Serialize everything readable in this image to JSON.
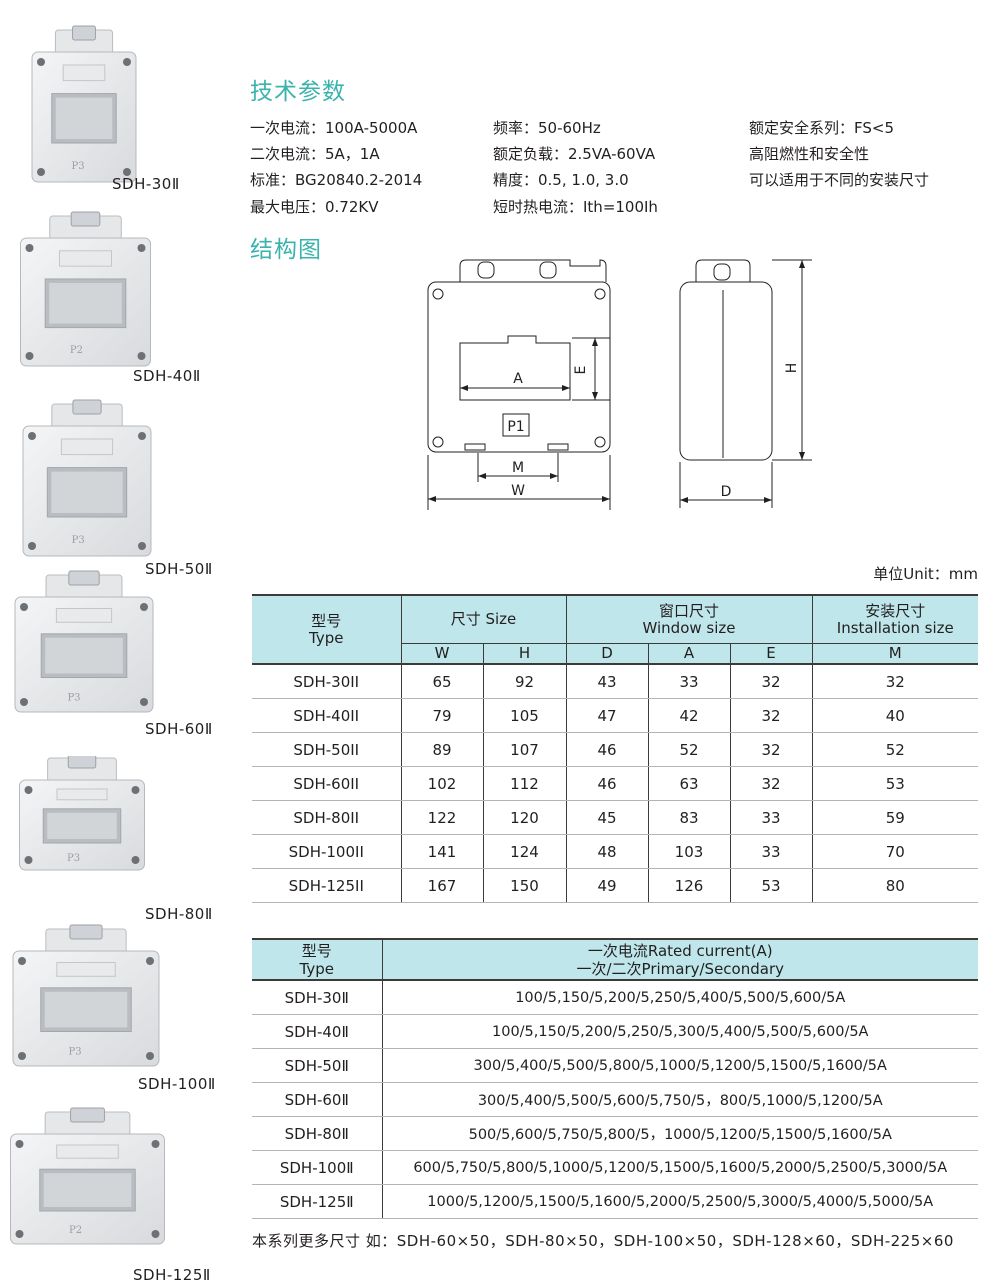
{
  "products": [
    {
      "label": "SDH-30Ⅱ",
      "mark": "P3"
    },
    {
      "label": "SDH-40Ⅱ",
      "mark": "P2"
    },
    {
      "label": "SDH-50Ⅱ",
      "mark": "P3"
    },
    {
      "label": "SDH-60Ⅱ",
      "mark": "P3"
    },
    {
      "label": "SDH-80Ⅱ",
      "mark": "P3"
    },
    {
      "label": "SDH-100Ⅱ",
      "mark": "P3"
    },
    {
      "label": "SDH-125Ⅱ",
      "mark": "P2"
    }
  ],
  "tech_heading": "技术参数",
  "specs": {
    "col1": [
      "一次电流：100A-5000A",
      "二次电流：5A，1A",
      "标准：BG20840.2-2014",
      "最大电压：0.72KV"
    ],
    "col2": [
      "频率：50-60Hz",
      "额定负载：2.5VA-60VA",
      "精度：0.5, 1.0, 3.0",
      "短时热电流：Ith=100Ih"
    ],
    "col3": [
      "额定安全系列：FS<5",
      "高阻燃性和安全性",
      "可以适用于不同的安装尺寸"
    ]
  },
  "structure_heading": "结构图",
  "diagram": {
    "A": "A",
    "E": "E",
    "P1": "P1",
    "M": "M",
    "W": "W",
    "H": "H",
    "D": "D"
  },
  "unit": "单位Unit：mm",
  "table1": {
    "h_model": "型号",
    "h_type": "Type",
    "h_size": "尺寸 Size",
    "h_window": "窗口尺寸",
    "h_window_en": "Window size",
    "h_install": "安装尺寸",
    "h_install_en": "Installation size",
    "sub": [
      "W",
      "H",
      "D",
      "A",
      "E",
      "M"
    ],
    "rows": [
      [
        "SDH-30II",
        "65",
        "92",
        "43",
        "33",
        "32",
        "32"
      ],
      [
        "SDH-40II",
        "79",
        "105",
        "47",
        "42",
        "32",
        "40"
      ],
      [
        "SDH-50II",
        "89",
        "107",
        "46",
        "52",
        "32",
        "52"
      ],
      [
        "SDH-60II",
        "102",
        "112",
        "46",
        "63",
        "32",
        "53"
      ],
      [
        "SDH-80II",
        "122",
        "120",
        "45",
        "83",
        "33",
        "59"
      ],
      [
        "SDH-100II",
        "141",
        "124",
        "48",
        "103",
        "33",
        "70"
      ],
      [
        "SDH-125II",
        "167",
        "150",
        "49",
        "126",
        "53",
        "80"
      ]
    ]
  },
  "table2": {
    "h_model": "型号",
    "h_type": "Type",
    "h_current": "一次电流Rated current(A)",
    "h_current2": "一次/二次Primary/Secondary",
    "rows": [
      [
        "SDH-30Ⅱ",
        "100/5,150/5,200/5,250/5,400/5,500/5,600/5A"
      ],
      [
        "SDH-40Ⅱ",
        "100/5,150/5,200/5,250/5,300/5,400/5,500/5,600/5A"
      ],
      [
        "SDH-50Ⅱ",
        "300/5,400/5,500/5,800/5,1000/5,1200/5,1500/5,1600/5A"
      ],
      [
        "SDH-60Ⅱ",
        "300/5,400/5,500/5,600/5,750/5，800/5,1000/5,1200/5A"
      ],
      [
        "SDH-80Ⅱ",
        "500/5,600/5,750/5,800/5，1000/5,1200/5,1500/5,1600/5A"
      ],
      [
        "SDH-100Ⅱ",
        "600/5,750/5,800/5,1000/5,1200/5,1500/5,1600/5,2000/5,2500/5,3000/5A"
      ],
      [
        "SDH-125Ⅱ",
        "1000/5,1200/5,1500/5,1600/5,2000/5,2500/5,3000/5,4000/5,5000/5A"
      ]
    ]
  },
  "note": "本系列更多尺寸 如：SDH-60×50，SDH-80×50，SDH-100×50，SDH-128×60，SDH-225×60"
}
